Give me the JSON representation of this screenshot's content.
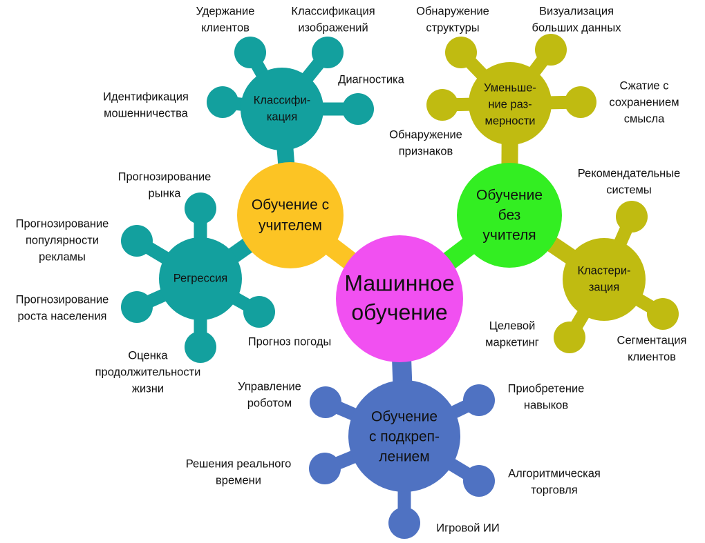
{
  "colors": {
    "center": "#f150f1",
    "supervised": "#fcc424",
    "unsupervised": "#33ee22",
    "reinforcement": "#4f72c2",
    "teal": "#13a09e",
    "olive": "#c0bb11"
  },
  "center": {
    "lines": [
      "Машинное",
      "обучение"
    ]
  },
  "hubs": {
    "supervised": {
      "lines": [
        "Обучение с",
        "учителем"
      ]
    },
    "unsupervised": {
      "lines": [
        "Обучение",
        "без",
        "учителя"
      ]
    },
    "reinforcement": {
      "lines": [
        "Обучение",
        "с подкреп-",
        "лением"
      ]
    }
  },
  "subs": {
    "classification": {
      "lines": [
        "Классифи-",
        "кация"
      ]
    },
    "regression": {
      "lines": [
        "Регрессия"
      ]
    },
    "dimreduction": {
      "lines": [
        "Уменьше-",
        "ние раз-",
        "мерности"
      ]
    },
    "clustering": {
      "lines": [
        "Кластери-",
        "зация"
      ]
    }
  },
  "leaves": {
    "classification": [
      {
        "lines": [
          "Удержание",
          "клиентов"
        ]
      },
      {
        "lines": [
          "Классификация",
          "изображений"
        ]
      },
      {
        "lines": [
          "Диагностика"
        ]
      },
      {
        "lines": [
          "Идентификация",
          "мошенничества"
        ]
      }
    ],
    "regression": [
      {
        "lines": [
          "Прогнозирование",
          "рынка"
        ]
      },
      {
        "lines": [
          "Прогнозирование",
          "популярности",
          "рекламы"
        ]
      },
      {
        "lines": [
          "Прогнозирование",
          "роста населения"
        ]
      },
      {
        "lines": [
          "Оценка",
          "продолжительности",
          "жизни"
        ]
      },
      {
        "lines": [
          "Прогноз погоды"
        ]
      }
    ],
    "dimreduction": [
      {
        "lines": [
          "Обнаружение",
          "структуры"
        ]
      },
      {
        "lines": [
          "Визуализация",
          "больших данных"
        ]
      },
      {
        "lines": [
          "Сжатие с",
          "сохранением",
          "смысла"
        ]
      },
      {
        "lines": [
          "Обнаружение",
          "признаков"
        ]
      }
    ],
    "clustering": [
      {
        "lines": [
          "Рекомендательные",
          "системы"
        ]
      },
      {
        "lines": [
          "Сегментация",
          "клиентов"
        ]
      },
      {
        "lines": [
          "Целевой",
          "маркетинг"
        ]
      }
    ],
    "reinforcement": [
      {
        "lines": [
          "Управление",
          "роботом"
        ]
      },
      {
        "lines": [
          "Приобретение",
          "навыков"
        ]
      },
      {
        "lines": [
          "Решения реального",
          "времени"
        ]
      },
      {
        "lines": [
          "Алгоритмическая",
          "торговля"
        ]
      },
      {
        "lines": [
          "Игровой ИИ"
        ]
      }
    ]
  }
}
